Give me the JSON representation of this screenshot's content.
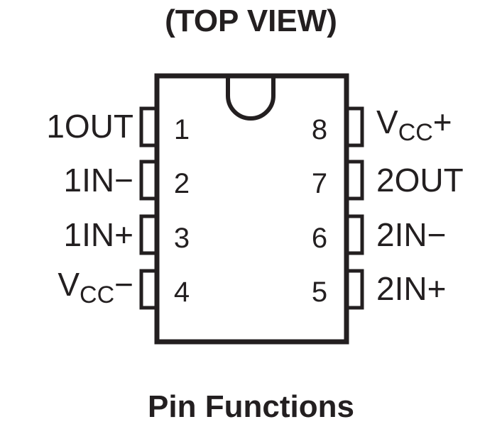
{
  "title": "(TOP VIEW)",
  "subtitle": "Pin Functions",
  "pins_left": [
    {
      "number": "1",
      "name": "1OUT"
    },
    {
      "number": "2",
      "name": "1IN−"
    },
    {
      "number": "3",
      "name": "1IN+"
    },
    {
      "number": "4",
      "main": "V",
      "sub": "CC",
      "suffix": "−"
    }
  ],
  "pins_right": [
    {
      "number": "8",
      "main": "V",
      "sub": "CC",
      "suffix": "+"
    },
    {
      "number": "7",
      "name": "2OUT"
    },
    {
      "number": "6",
      "name": "2IN−"
    },
    {
      "number": "5",
      "name": "2IN+"
    }
  ],
  "colors": {
    "stroke": "#231f20",
    "background": "#ffffff"
  }
}
